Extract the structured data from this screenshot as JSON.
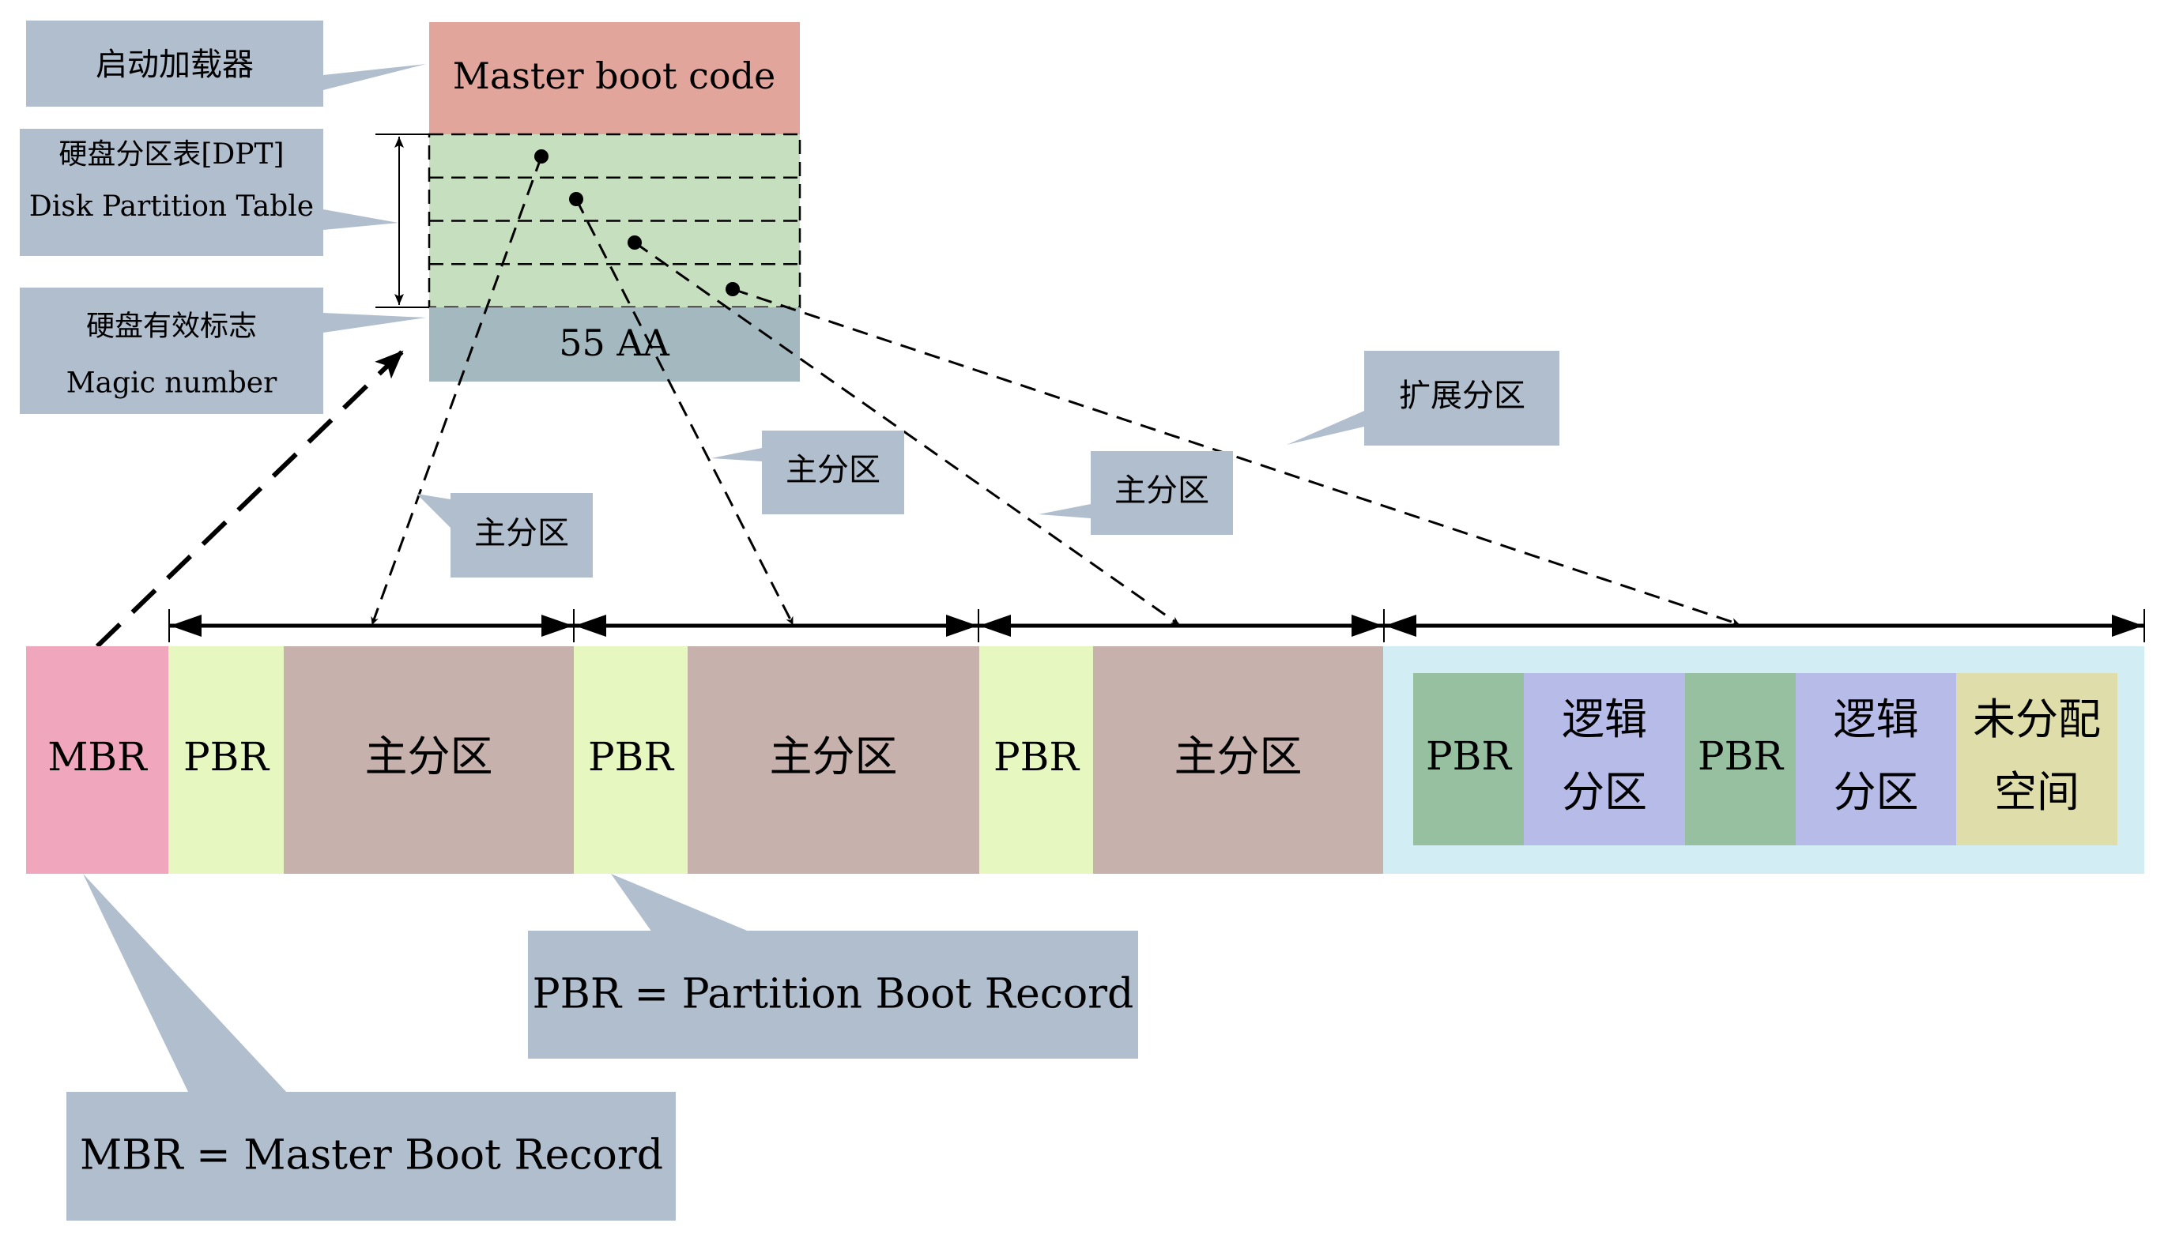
{
  "colors": {
    "callout": "#b0bece",
    "master_boot_code": "#e1a59b",
    "partition_table": "#c6dfbe",
    "magic_number": "#a3b8bf",
    "mbr": "#f0a6bc",
    "pbr": "#e6f8c0",
    "primary": "#c6b1ac",
    "extended_bg": "#d2edf3",
    "ext_pbr": "#96c0a0",
    "logical": "#b6bbe8",
    "unallocated": "#dfdeaa"
  },
  "mbr_structure": {
    "master_boot_code": "Master boot code",
    "partition_table_entries": 4,
    "magic_number": "55 AA"
  },
  "left_callouts": {
    "boot_loader": "启动加载器",
    "dpt_cn": "硬盘分区表[DPT]",
    "dpt_en": "Disk Partition Table",
    "magic_cn": "硬盘有效标志",
    "magic_en": "Magic number"
  },
  "entry_callouts": {
    "primary_1": "主分区",
    "primary_2": "主分区",
    "primary_3": "主分区",
    "extended": "扩展分区"
  },
  "disk_layout": {
    "mbr": "MBR",
    "segments": [
      {
        "pbr": "PBR",
        "partition": "主分区"
      },
      {
        "pbr": "PBR",
        "partition": "主分区"
      },
      {
        "pbr": "PBR",
        "partition": "主分区"
      }
    ],
    "extended": {
      "items": [
        {
          "type": "pbr",
          "line1": "PBR",
          "line2": ""
        },
        {
          "type": "logical",
          "line1": "逻辑",
          "line2": "分区"
        },
        {
          "type": "pbr",
          "line1": "PBR",
          "line2": ""
        },
        {
          "type": "logical",
          "line1": "逻辑",
          "line2": "分区"
        },
        {
          "type": "unallocated",
          "line1": "未分配",
          "line2": "空间"
        }
      ]
    }
  },
  "legend": {
    "pbr": "PBR = Partition Boot Record",
    "mbr": "MBR = Master Boot Record"
  }
}
